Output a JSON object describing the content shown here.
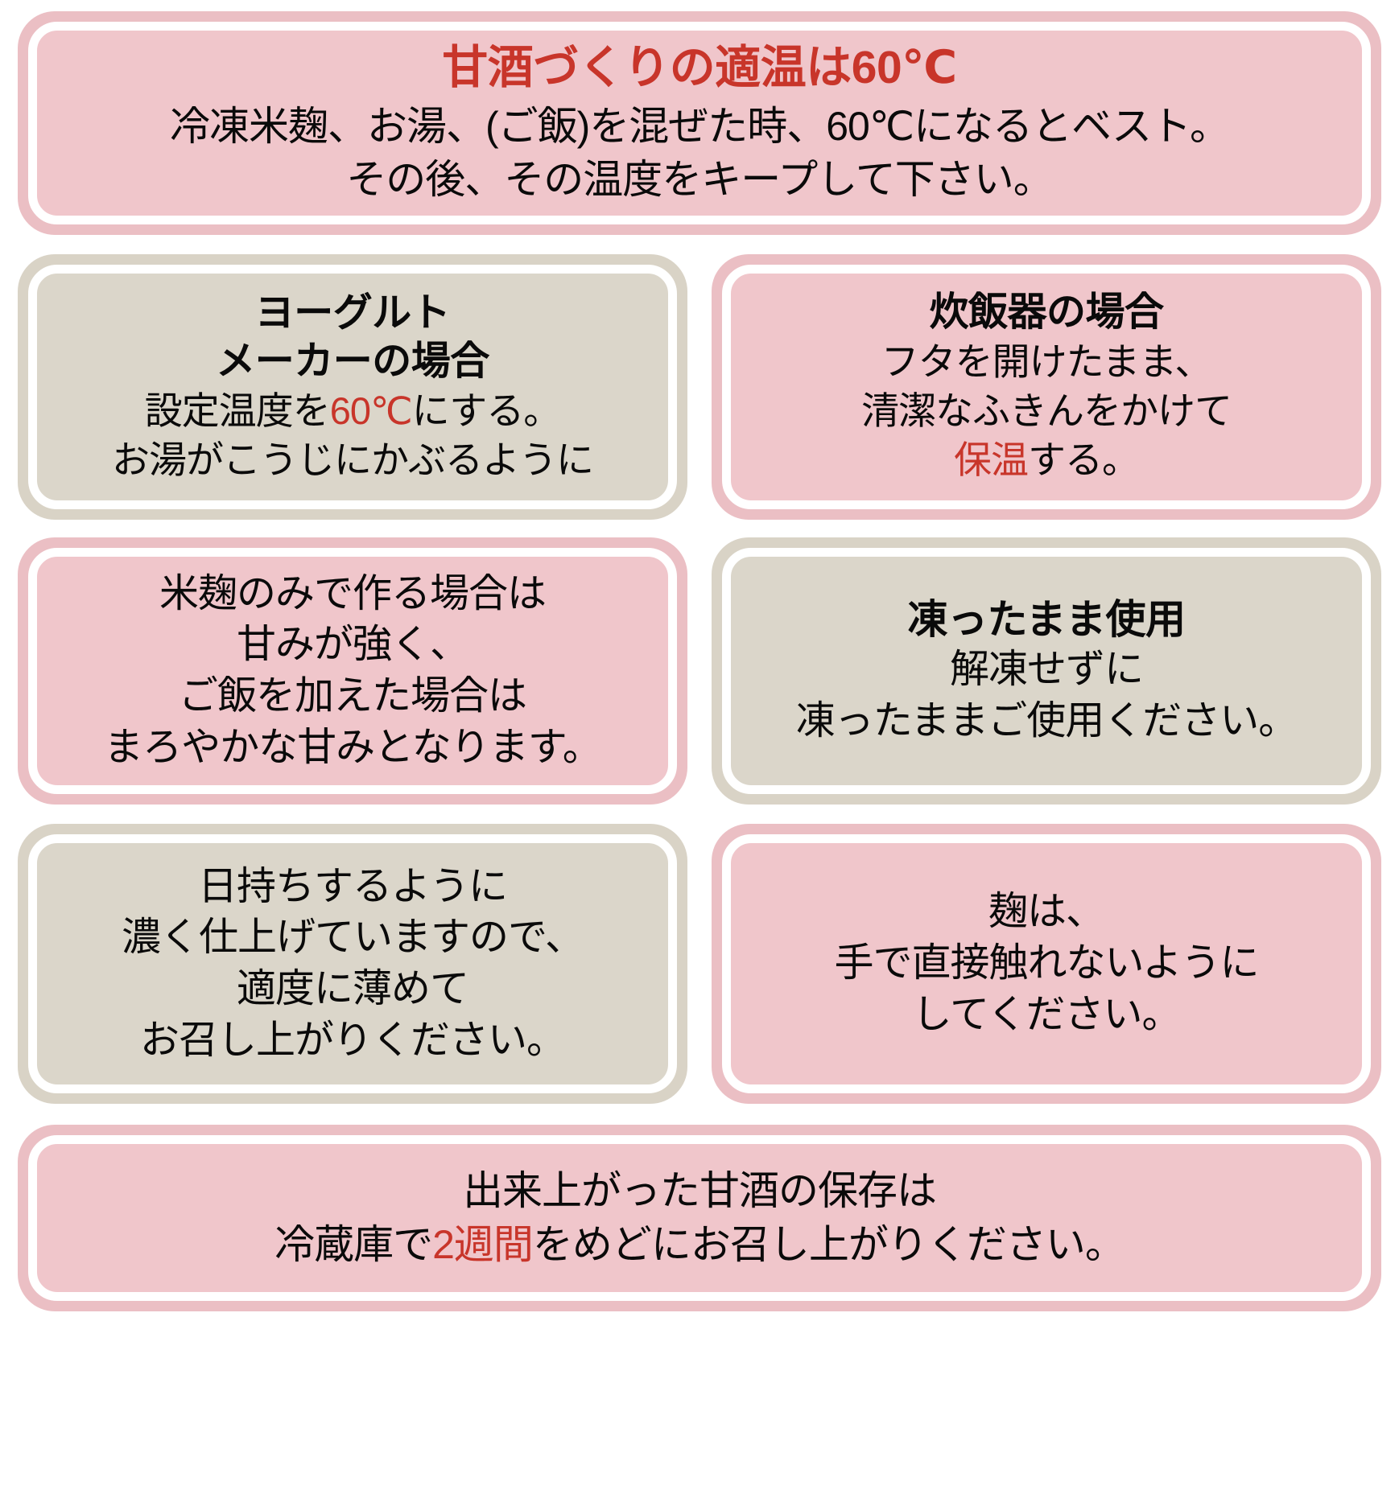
{
  "colors": {
    "pink_outer": "#ebbfc4",
    "pink_inner": "#f0c6cb",
    "beige_outer": "#d9d3c6",
    "beige_inner": "#dbd6ca",
    "accent_red": "#c8352a",
    "text_black": "#0a0a0a",
    "rule_white": "#ffffff"
  },
  "hero": {
    "headline": "甘酒づくりの適温は60℃",
    "body_lines": [
      "冷凍米麹、お湯、(ご飯)を混ぜた時、60℃になるとベスト。",
      "その後、その温度をキープして下さい。"
    ]
  },
  "cards": {
    "yogurt_maker": {
      "title_lines": [
        "ヨーグルト",
        "メーカーの場合"
      ],
      "body_parts": [
        [
          {
            "t": "設定温度を",
            "hl": false
          },
          {
            "t": "60℃",
            "hl": true
          },
          {
            "t": "にする。",
            "hl": false
          }
        ],
        [
          {
            "t": "お湯がこうじにかぶるように",
            "hl": false
          }
        ]
      ]
    },
    "rice_cooker": {
      "title_lines": [
        "炊飯器の場合"
      ],
      "body_parts": [
        [
          {
            "t": "フタを開けたまま、",
            "hl": false
          }
        ],
        [
          {
            "t": "清潔なふきんをかけて",
            "hl": false
          }
        ],
        [
          {
            "t": "保温",
            "hl": true
          },
          {
            "t": "する。",
            "hl": false
          }
        ]
      ]
    },
    "sweetness": {
      "title_lines": [],
      "body_parts": [
        [
          {
            "t": "米麹のみで作る場合は",
            "hl": false
          }
        ],
        [
          {
            "t": "甘みが強く、",
            "hl": false
          }
        ],
        [
          {
            "t": "ご飯を加えた場合は",
            "hl": false
          }
        ],
        [
          {
            "t": "まろやかな甘みとなります。",
            "hl": false
          }
        ]
      ]
    },
    "frozen_use": {
      "title_lines": [
        "凍ったまま使用"
      ],
      "body_parts": [
        [
          {
            "t": "解凍せずに",
            "hl": false
          }
        ],
        [
          {
            "t": "凍ったままご使用ください。",
            "hl": false
          }
        ]
      ]
    },
    "dilute": {
      "title_lines": [],
      "body_parts": [
        [
          {
            "t": "日持ちするように",
            "hl": false
          }
        ],
        [
          {
            "t": "濃く仕上げていますので、",
            "hl": false
          }
        ],
        [
          {
            "t": "適度に薄めて",
            "hl": false
          }
        ],
        [
          {
            "t": "お召し上がりください。",
            "hl": false
          }
        ]
      ]
    },
    "no_touch": {
      "title_lines": [],
      "body_parts": [
        [
          {
            "t": "麹は、",
            "hl": false
          }
        ],
        [
          {
            "t": "手で直接触れないように",
            "hl": false
          }
        ],
        [
          {
            "t": "してください。",
            "hl": false
          }
        ]
      ]
    },
    "storage": {
      "title_lines": [],
      "body_parts": [
        [
          {
            "t": "出来上がった甘酒の保存は",
            "hl": false
          }
        ],
        [
          {
            "t": "冷蔵庫で",
            "hl": false
          },
          {
            "t": "2週間",
            "hl": true
          },
          {
            "t": "をめどにお召し上がりください。",
            "hl": false
          }
        ]
      ]
    }
  }
}
